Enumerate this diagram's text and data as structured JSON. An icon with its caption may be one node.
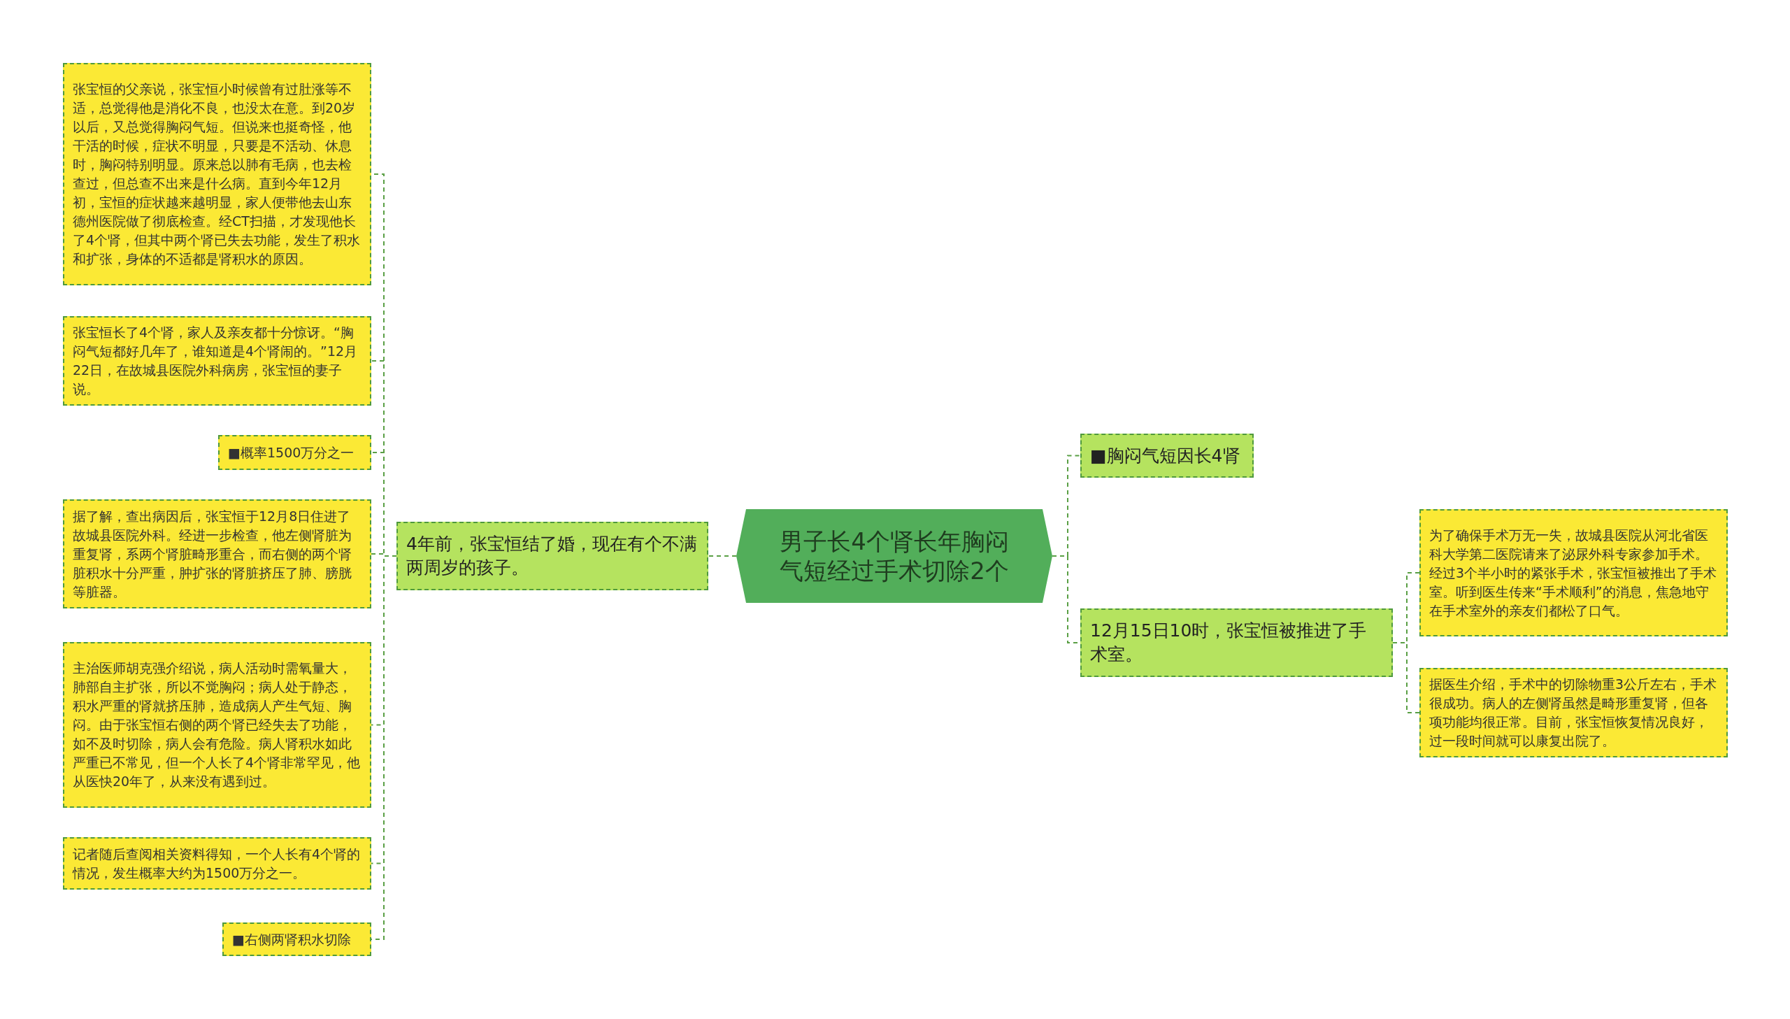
{
  "diagram": {
    "nodes": [
      {
        "text": [
          "男子长4个肾长年胸闷气短经过手术切除2个"
        ]
      },
      {
        "text": [
          "4年前，张宝恒结了婚，现在有个不满两周岁的孩子。"
        ]
      },
      {
        "text": [
          "张宝恒的父亲说，张宝恒小时候曾有过肚涨等不适，总觉得他是消化不良，也没太在意。到20岁以后，又总觉得胸闷气短。但说来也挺奇怪，他干活的时候，症状不明显，只要是不活动、休息时，胸闷特别明显。原来总以肺有毛病，也去检查过，但总查不出来是什么病。直到今年12月初，宝恒的症状越来越明显，家人便带他去山东德州医院做了彻底检查。经CT扫描，才发现他长了4个肾，但其中两个肾已失去功能，发生了积水和扩张，身体的不适都是肾积水的原因。"
        ]
      },
      {
        "text": [
          "张宝恒长了4个肾，家人及亲友都十分惊讶。“胸闷气短都好几年了，谁知道是4个肾闹的。”12月22日，在故城县医院外科病房，张宝恒的妻子说。"
        ]
      },
      {
        "text": [
          "■概率1500万分之一"
        ]
      },
      {
        "text": [
          "据了解，查出病因后，张宝恒于12月8日住进了故城县医院外科。经进一步检查，他左侧肾脏为重复肾，系两个肾脏畸形重合，而右侧的两个肾脏积水十分严重，肿扩张的肾脏挤压了肺、膀胱等脏器。"
        ]
      },
      {
        "text": [
          "主治医师胡克强介绍说，病人活动时需氧量大，肺部自主扩张，所以不觉胸闷；病人处于静态，积水严重的肾就挤压肺，造成病人产生气短、胸闷。由于张宝恒右侧的两个肾已经失去了功能，如不及时切除，病人会有危险。病人肾积水如此严重已不常见，但一个人长了4个肾非常罕见，他从医快20年了，从来没有遇到过。"
        ]
      },
      {
        "text": [
          "记者随后查阅相关资料得知，一个人长有4个肾的情况，发生概率大约为1500万分之一。"
        ]
      },
      {
        "text": [
          "■右侧两肾积水切除"
        ]
      },
      {
        "text": [
          "■胸闷气短因长4肾"
        ]
      },
      {
        "text": [
          "12月15日10时，张宝恒被推进了手术室。"
        ]
      },
      {
        "text": [
          "为了确保手术万无一失，故城县医院从河北省医科大学第二医院请来了泌尿外科专家参加手术。经过3个半小时的紧张手术，张宝恒被推出了手术室。听到医生传来“手术顺利”的消息，焦急地守在手术室外的亲友们都松了口气。"
        ]
      },
      {
        "text": [
          "据医生介绍，手术中的切除物重3公斤左右，手术很成功。病人的左侧肾虽然是畸形重复肾，但各项功能均很正常。目前，张宝恒恢复情况良好，过一段时间就可以康复出院了。"
        ]
      }
    ],
    "edges": [
      {
        "from": 0,
        "to": 1,
        "arrow": "none"
      },
      {
        "from": 1,
        "to": 2,
        "arrow": "none"
      },
      {
        "from": 1,
        "to": 3,
        "arrow": "none"
      },
      {
        "from": 1,
        "to": 4,
        "arrow": "none"
      },
      {
        "from": 1,
        "to": 5,
        "arrow": "none"
      },
      {
        "from": 1,
        "to": 6,
        "arrow": "none"
      },
      {
        "from": 1,
        "to": 7,
        "arrow": "none"
      },
      {
        "from": 1,
        "to": 8,
        "arrow": "none"
      },
      {
        "from": 0,
        "to": 9,
        "arrow": "none"
      },
      {
        "from": 0,
        "to": 10,
        "arrow": "none"
      },
      {
        "from": 10,
        "to": 11,
        "arrow": "none"
      },
      {
        "from": 10,
        "to": 12,
        "arrow": "none"
      }
    ]
  }
}
